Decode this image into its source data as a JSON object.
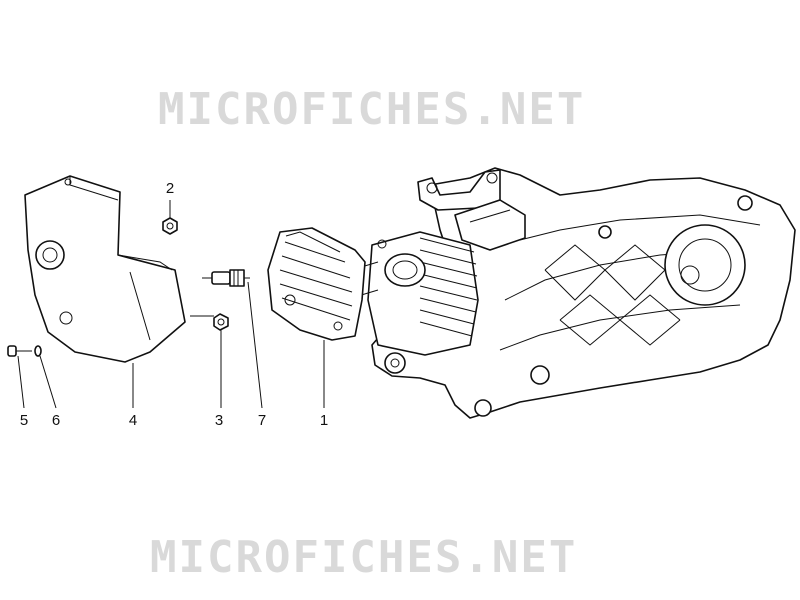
{
  "watermark": {
    "top": "MICROFICHES.NET",
    "bottom": "MICROFICHES.NET"
  },
  "callouts": {
    "c1": "1",
    "c2": "2",
    "c3": "3",
    "c4": "4",
    "c5": "5",
    "c6": "6",
    "c7": "7"
  },
  "colors": {
    "ink": "#111111",
    "watermark": "#d9d9d9",
    "background": "#ffffff"
  }
}
